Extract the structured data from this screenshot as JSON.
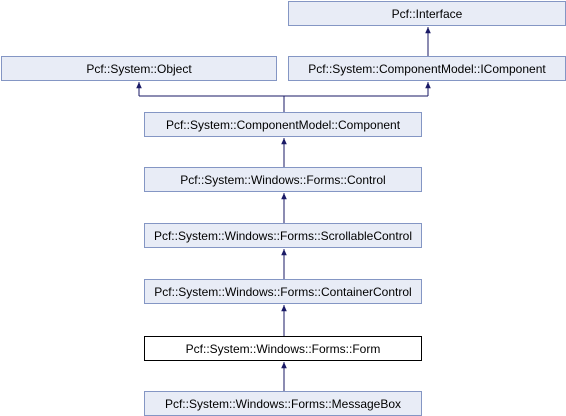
{
  "diagram": {
    "nodes": [
      {
        "id": "interface",
        "label": "Pcf::Interface",
        "current": false
      },
      {
        "id": "object",
        "label": "Pcf::System::Object",
        "current": false
      },
      {
        "id": "icomponent",
        "label": "Pcf::System::ComponentModel::IComponent",
        "current": false
      },
      {
        "id": "component",
        "label": "Pcf::System::ComponentModel::Component",
        "current": false
      },
      {
        "id": "control",
        "label": "Pcf::System::Windows::Forms::Control",
        "current": false
      },
      {
        "id": "scrollable",
        "label": "Pcf::System::Windows::Forms::ScrollableControl",
        "current": false
      },
      {
        "id": "container",
        "label": "Pcf::System::Windows::Forms::ContainerControl",
        "current": false
      },
      {
        "id": "form",
        "label": "Pcf::System::Windows::Forms::Form",
        "current": true
      },
      {
        "id": "messagebox",
        "label": "Pcf::System::Windows::Forms::MessageBox",
        "current": false
      }
    ],
    "edges": [
      {
        "from": "icomponent",
        "to": "interface"
      },
      {
        "from": "component",
        "to": "object"
      },
      {
        "from": "component",
        "to": "icomponent"
      },
      {
        "from": "control",
        "to": "component"
      },
      {
        "from": "scrollable",
        "to": "control"
      },
      {
        "from": "container",
        "to": "scrollable"
      },
      {
        "from": "form",
        "to": "container"
      },
      {
        "from": "messagebox",
        "to": "form"
      }
    ],
    "colors": {
      "node_fill": "#e8ecf6",
      "node_border": "#8496c4",
      "current_fill": "#ffffff",
      "current_border": "#000000",
      "edge": "#1a1a66"
    }
  }
}
